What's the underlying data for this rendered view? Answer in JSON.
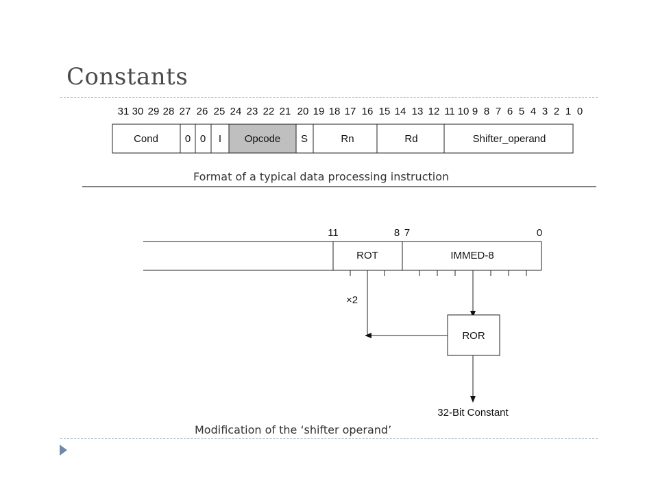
{
  "slide": {
    "title": "Constants"
  },
  "format_diagram": {
    "bit_numbers": [
      "31",
      "30",
      "29",
      "28",
      "27",
      "26",
      "25",
      "24",
      "23",
      "22",
      "21",
      "20",
      "19",
      "18",
      "17",
      "16",
      "15",
      "14",
      "13",
      "12",
      "11",
      "10",
      "9",
      "8",
      "7",
      "6",
      "5",
      "4",
      "3",
      "2",
      "1",
      "0"
    ],
    "fields": [
      {
        "label": "Cond",
        "shaded": false
      },
      {
        "label": "0",
        "shaded": false
      },
      {
        "label": "0",
        "shaded": false
      },
      {
        "label": "I",
        "shaded": false
      },
      {
        "label": "Opcode",
        "shaded": true
      },
      {
        "label": "S",
        "shaded": false
      },
      {
        "label": "Rn",
        "shaded": false
      },
      {
        "label": "Rd",
        "shaded": false
      },
      {
        "label": "Shifter_operand",
        "shaded": false
      }
    ],
    "caption": "Format of a typical data processing instruction"
  },
  "shifter_diagram": {
    "bit_labels": {
      "b11": "11",
      "b8": "8",
      "b7": "7",
      "b0": "0"
    },
    "rot_label": "ROT",
    "immed_label": "IMMED-8",
    "multiplier_label": "×2",
    "ror_label": "ROR",
    "output_label": "32-Bit Constant",
    "caption": "Modification of the ‘shifter operand’"
  },
  "colors": {
    "shaded_field": "#bfbfbf",
    "dashed_rule": "#8fa6bf",
    "bullet": "#6f8aa8",
    "title": "#4a4a4a"
  }
}
